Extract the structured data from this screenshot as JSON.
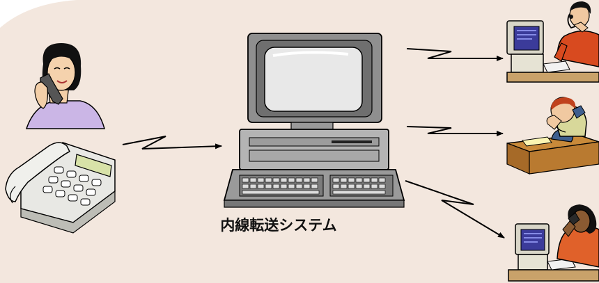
{
  "diagram": {
    "caption": "内線転送システム",
    "background_color": "#f3e7de",
    "nodes": [
      {
        "id": "caller",
        "role": "woman-on-phone-clipart"
      },
      {
        "id": "desk-phone",
        "role": "telephone-clipart"
      },
      {
        "id": "system",
        "role": "computer-clipart"
      },
      {
        "id": "operator-1",
        "role": "man-at-computer-clipart"
      },
      {
        "id": "operator-2",
        "role": "man-on-phone-at-desk-clipart"
      },
      {
        "id": "operator-3",
        "role": "woman-at-computer-clipart"
      }
    ],
    "edges": [
      {
        "from": "desk-phone",
        "to": "system",
        "style": "lightning-arrow"
      },
      {
        "from": "system",
        "to": "operator-1",
        "style": "lightning-arrow"
      },
      {
        "from": "system",
        "to": "operator-2",
        "style": "lightning-arrow"
      },
      {
        "from": "system",
        "to": "operator-3",
        "style": "lightning-arrow"
      }
    ]
  }
}
